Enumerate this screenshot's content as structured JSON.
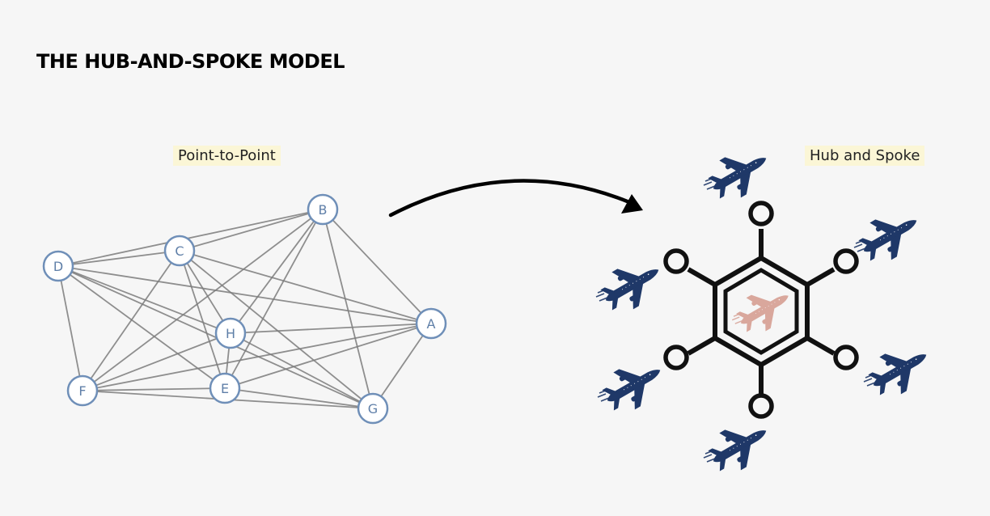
{
  "title": "THE HUB-AND-SPOKE MODEL",
  "left_panel": {
    "label": "Point-to-Point",
    "nodes": [
      "A",
      "B",
      "C",
      "D",
      "E",
      "F",
      "G",
      "H"
    ]
  },
  "right_panel": {
    "label": "Hub and Spoke"
  },
  "colors": {
    "node_stroke": "#6f8fb8",
    "edge": "#7d7d7d",
    "highlight": "#fbf6d6",
    "plane_navy": "#1f3868",
    "plane_hub": "#d9a79c"
  },
  "icons": [
    "airplane-icon",
    "curved-arrow-icon",
    "hexagon-hub-icon"
  ]
}
